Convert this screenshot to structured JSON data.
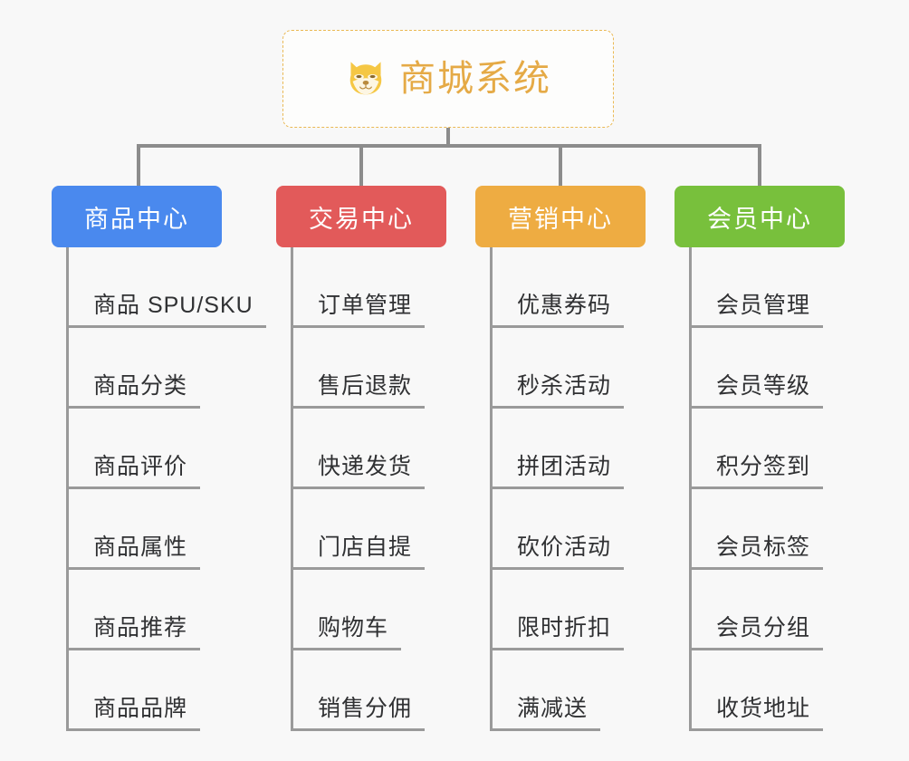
{
  "page": {
    "background_color": "#f8f8f8",
    "connector_color": "#8c8c8c"
  },
  "root": {
    "title": "商城系统",
    "icon": "shiba-dog-face-emoji",
    "text_color": "#e5aa46",
    "border_color": "#eab954"
  },
  "branches": [
    {
      "label": "商品中心",
      "color": "#4a89ee",
      "items": [
        "商品 SPU/SKU",
        "商品分类",
        "商品评价",
        "商品属性",
        "商品推荐",
        "商品品牌"
      ]
    },
    {
      "label": "交易中心",
      "color": "#e25a5a",
      "items": [
        "订单管理",
        "售后退款",
        "快递发货",
        "门店自提",
        "购物车",
        "销售分佣"
      ]
    },
    {
      "label": "营销中心",
      "color": "#eeac42",
      "items": [
        "优惠券码",
        "秒杀活动",
        "拼团活动",
        "砍价活动",
        "限时折扣",
        "满减送"
      ]
    },
    {
      "label": "会员中心",
      "color": "#78c03c",
      "items": [
        "会员管理",
        "会员等级",
        "积分签到",
        "会员标签",
        "会员分组",
        "收货地址"
      ]
    }
  ]
}
